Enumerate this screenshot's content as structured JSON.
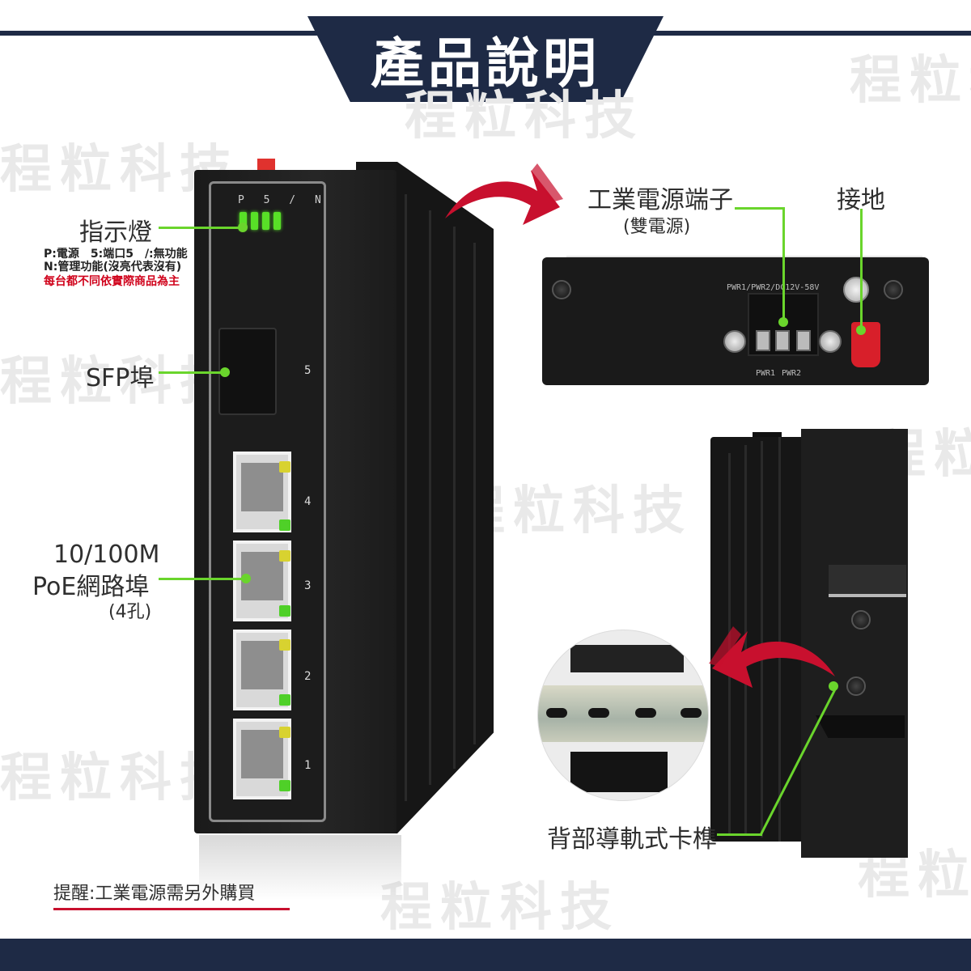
{
  "header": {
    "title": "產品說明"
  },
  "watermark": {
    "text": "程粒科技"
  },
  "labels": {
    "indicator": "指示燈",
    "indicator_note1": "P:電源　5:端口5　/:無功能",
    "indicator_note2": "N:管理功能(沒亮代表沒有)",
    "indicator_note3": "每台都不同依實際商品為主",
    "sfp": "SFP埠",
    "poe_line1": "10/100M",
    "poe_line2": "PoE網路埠",
    "poe_line3": "(4孔)",
    "power_terminal": "工業電源端子",
    "power_terminal_sub": "(雙電源)",
    "ground": "接地",
    "din_rail": "背部導軌式卡榫",
    "reminder": "提醒:工業電源需另外購買"
  },
  "device": {
    "led_panel_label": "P 5 / N",
    "sfp_port_number": "5",
    "port_numbers": [
      "4",
      "3",
      "2",
      "1"
    ]
  },
  "bottom_view": {
    "terminal_label": "PWR1/PWR2/DC12V-58V",
    "pwr1": "PWR1",
    "pwr2": "PWR2"
  },
  "colors": {
    "header_bg": "#1e2a45",
    "callout_green": "#6ad52c",
    "arrow_red": "#c8102e",
    "warning_red": "#d0021b"
  }
}
